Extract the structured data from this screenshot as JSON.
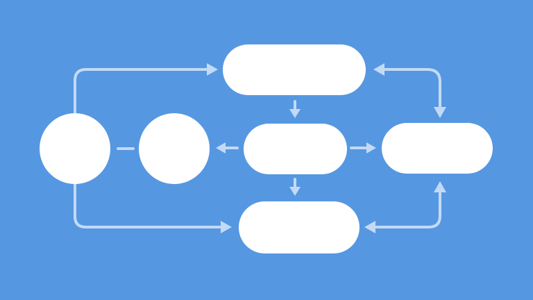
{
  "diagram": {
    "type": "flowchart",
    "background": "#5697e1",
    "node_color": "#ffffff",
    "edge_color": "#c3daf6",
    "nodes": [
      {
        "id": "circle-left",
        "shape": "circle",
        "label": ""
      },
      {
        "id": "circle-middle",
        "shape": "circle",
        "label": ""
      },
      {
        "id": "pill-top",
        "shape": "pill",
        "label": ""
      },
      {
        "id": "pill-center",
        "shape": "pill",
        "label": ""
      },
      {
        "id": "pill-right",
        "shape": "pill",
        "label": ""
      },
      {
        "id": "pill-bottom",
        "shape": "pill",
        "label": ""
      }
    ],
    "edges": [
      {
        "from": "circle-left",
        "to": "pill-top",
        "direction": "forward"
      },
      {
        "from": "circle-left",
        "to": "pill-bottom",
        "direction": "forward"
      },
      {
        "from": "circle-left",
        "to": "circle-middle",
        "direction": "none"
      },
      {
        "from": "pill-center",
        "to": "circle-middle",
        "direction": "forward"
      },
      {
        "from": "pill-top",
        "to": "pill-center",
        "direction": "forward"
      },
      {
        "from": "pill-center",
        "to": "pill-bottom",
        "direction": "forward"
      },
      {
        "from": "pill-center",
        "to": "pill-right",
        "direction": "forward"
      },
      {
        "from": "pill-top",
        "to": "pill-right",
        "direction": "both"
      },
      {
        "from": "pill-bottom",
        "to": "pill-right",
        "direction": "both"
      }
    ]
  }
}
